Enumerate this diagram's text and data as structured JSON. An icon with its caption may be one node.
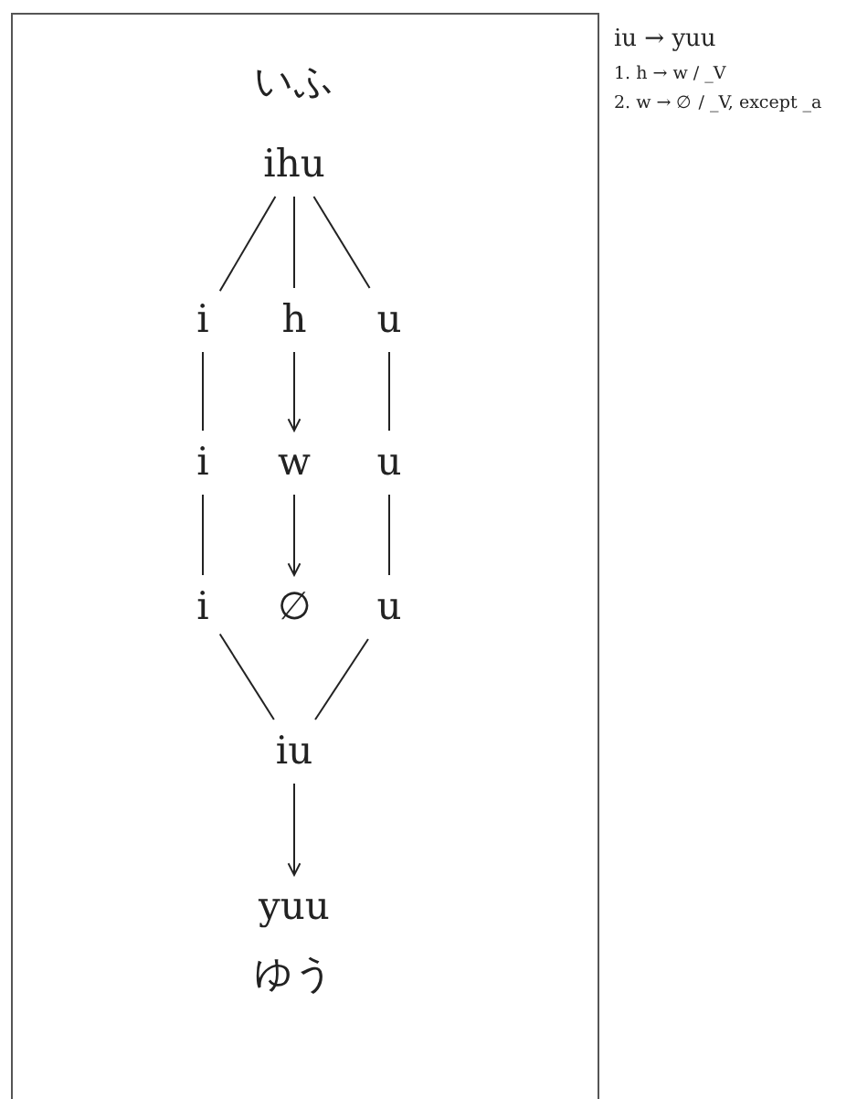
{
  "diagram": {
    "nodes": [
      {
        "text": [
          "ihu"
        ]
      },
      {
        "text": [
          "i"
        ]
      },
      {
        "text": [
          "h"
        ]
      },
      {
        "text": [
          "u"
        ]
      },
      {
        "text": [
          "i"
        ]
      },
      {
        "text": [
          "w"
        ]
      },
      {
        "text": [
          "u"
        ]
      },
      {
        "text": [
          "i"
        ]
      },
      {
        "text": [
          "∅"
        ]
      },
      {
        "text": [
          "u"
        ]
      },
      {
        "text": [
          "iu"
        ]
      },
      {
        "text": [
          "yuu"
        ]
      }
    ],
    "edges": [
      {
        "from": 0,
        "to": 1,
        "arrow": "none"
      },
      {
        "from": 0,
        "to": 2,
        "arrow": "none"
      },
      {
        "from": 0,
        "to": 3,
        "arrow": "none"
      },
      {
        "from": 1,
        "to": 4,
        "arrow": "none"
      },
      {
        "from": 2,
        "to": 5,
        "arrow": "to"
      },
      {
        "from": 3,
        "to": 6,
        "arrow": "none"
      },
      {
        "from": 4,
        "to": 7,
        "arrow": "none"
      },
      {
        "from": 5,
        "to": 8,
        "arrow": "to"
      },
      {
        "from": 6,
        "to": 9,
        "arrow": "none"
      },
      {
        "from": 7,
        "to": 10,
        "arrow": "none"
      },
      {
        "from": 9,
        "to": 10,
        "arrow": "none"
      },
      {
        "from": 10,
        "to": 11,
        "arrow": "to"
      }
    ],
    "labels": [
      "いふ",
      "iu → yuu",
      "1. h → w / _V",
      "2. w → ∅ / _V, except _a",
      "ゆう"
    ]
  }
}
